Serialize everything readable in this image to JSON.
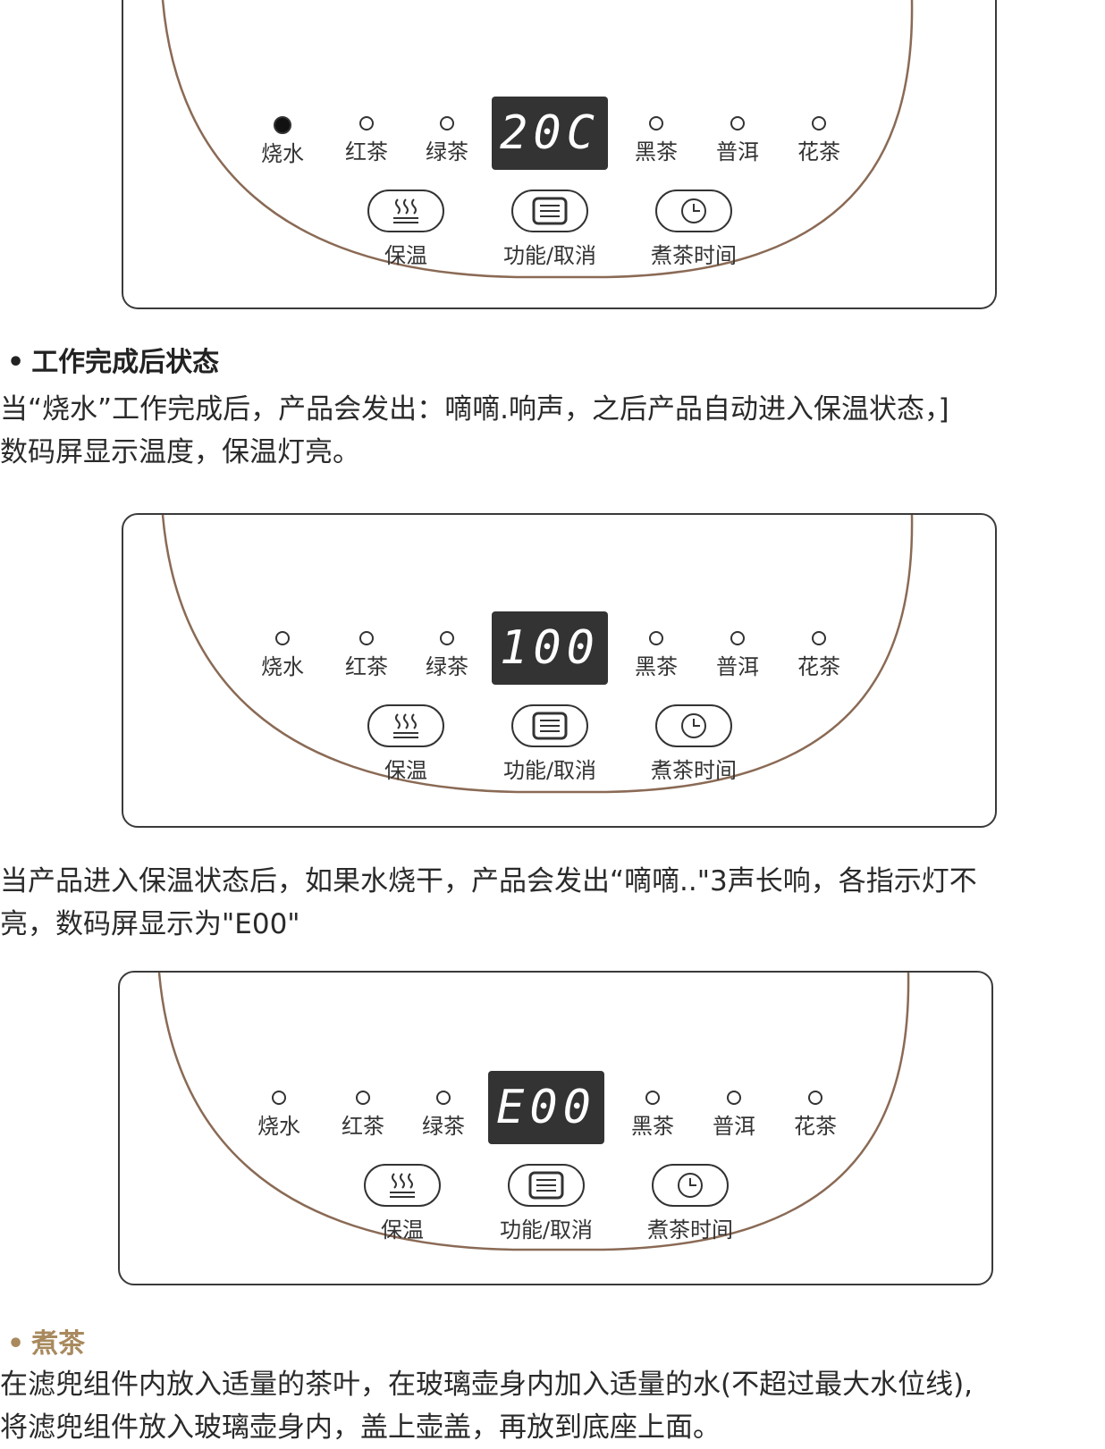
{
  "labels": {
    "boil": "烧水",
    "red": "红茶",
    "green": "绿茶",
    "black": "黑茶",
    "puer": "普洱",
    "flower": "花茶",
    "keep_warm": "保温",
    "func": "功能/取消",
    "timer": "煮茶时间"
  },
  "panels": [
    {
      "display": "20C",
      "boil_lit": true
    },
    {
      "display": "100",
      "boil_lit": false
    },
    {
      "display": "E00",
      "boil_lit": false
    }
  ],
  "section1": {
    "bullet": "•",
    "title": "工作完成后状态",
    "para_line1": "当“烧水”工作完成后，产品会发出：嘀嘀.响声，之后产品自动进入保温状态，]",
    "para_line2": "数码屏显示温度，保温灯亮。"
  },
  "section2": {
    "para_line1": "当产品进入保温状态后，如果水烧干，产品会发出“嘀嘀..\"3声长响，各指示灯不",
    "para_line2": "亮，数码屏显示为\"E00\""
  },
  "section3": {
    "bullet": "•",
    "title": "煮茶",
    "para_line1": "在滤兜组件内放入适量的茶叶，在玻璃壶身内加入适量的水(不超过最大水位线),",
    "para_line2": "将滤兜组件放入玻璃壶身内，盖上壶盖，再放到底座上面。"
  },
  "colors": {
    "curve": "#8a6a55",
    "accent_heading": "#a88a5e"
  }
}
